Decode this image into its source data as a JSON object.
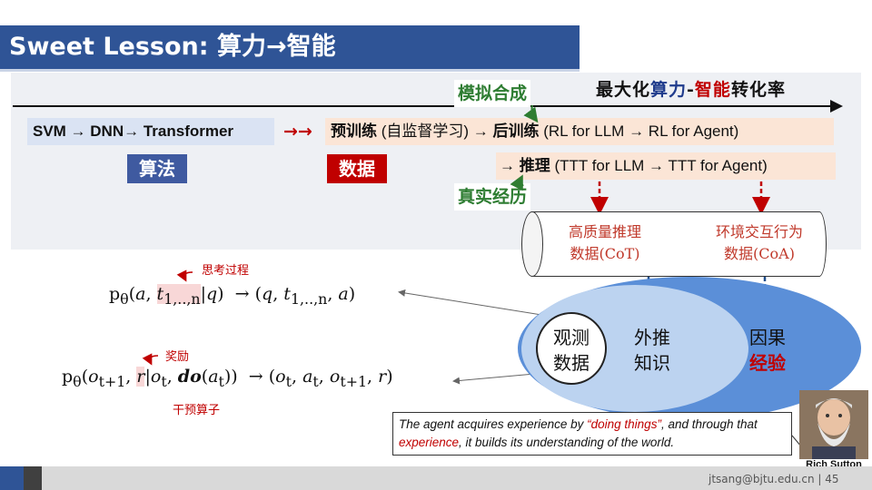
{
  "title": "Sweet Lesson: 算力→智能",
  "axis": {
    "part1": "最大化",
    "part2": "算力",
    "part3": "-",
    "part4": "智能",
    "part5": "转化率"
  },
  "algorithm_chain": "SVM → DNN→ Transformer",
  "red_arrows": "→→",
  "training": {
    "pre": "预训练",
    "pre_detail": " (自监督学习) → ",
    "post": "后训练",
    "post_detail": " (RL for LLM → RL for Agent)"
  },
  "inference": {
    "prefix": "→ ",
    "label": "推理",
    "detail": " (TTT for LLM → TTT for Agent)"
  },
  "tags": {
    "algorithm": "算法",
    "data": "数据"
  },
  "green_labels": {
    "simulated": "模拟合成",
    "real": "真实经历"
  },
  "cylinder": {
    "left_line1": "高质量推理",
    "left_line2": "数据(CoT)",
    "right_line1": "环境交互行为",
    "right_line2": "数据(CoA)"
  },
  "ellipse": {
    "observe_1": "观测",
    "observe_2": "数据",
    "extrap_1": "外推",
    "extrap_2": "知识",
    "causal_1": "因果",
    "causal_2": "经验"
  },
  "notes": {
    "thinking": "思考过程",
    "reward": "奖励",
    "intervention": "干预算子"
  },
  "quote": {
    "p1": "The agent acquires experience by ",
    "p2": "“doing things”",
    "p3": ", and through that ",
    "p4": "experience",
    "p5": ", it builds its understanding of the world."
  },
  "person": "Rich Sutton",
  "footer": "jtsang@bjtu.edu.cn  |  45",
  "colors": {
    "title_bg": "#2f5496",
    "accent_red": "#c00000",
    "green": "#2e7d32",
    "ellipse_blue": "#5b8fd8"
  }
}
